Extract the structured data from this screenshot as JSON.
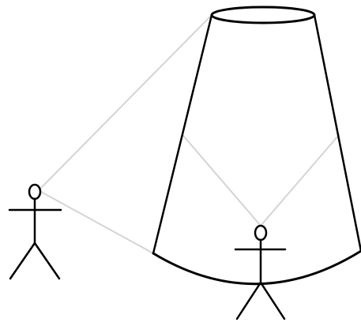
{
  "diagram": {
    "elements": [
      "truncated-cone",
      "stick-figure-observer-left",
      "stick-figure-inside-cone",
      "sight-lines"
    ],
    "colors": {
      "outline": "#000000",
      "sight_line": "#d4d4d4",
      "background": "#ffffff"
    }
  }
}
